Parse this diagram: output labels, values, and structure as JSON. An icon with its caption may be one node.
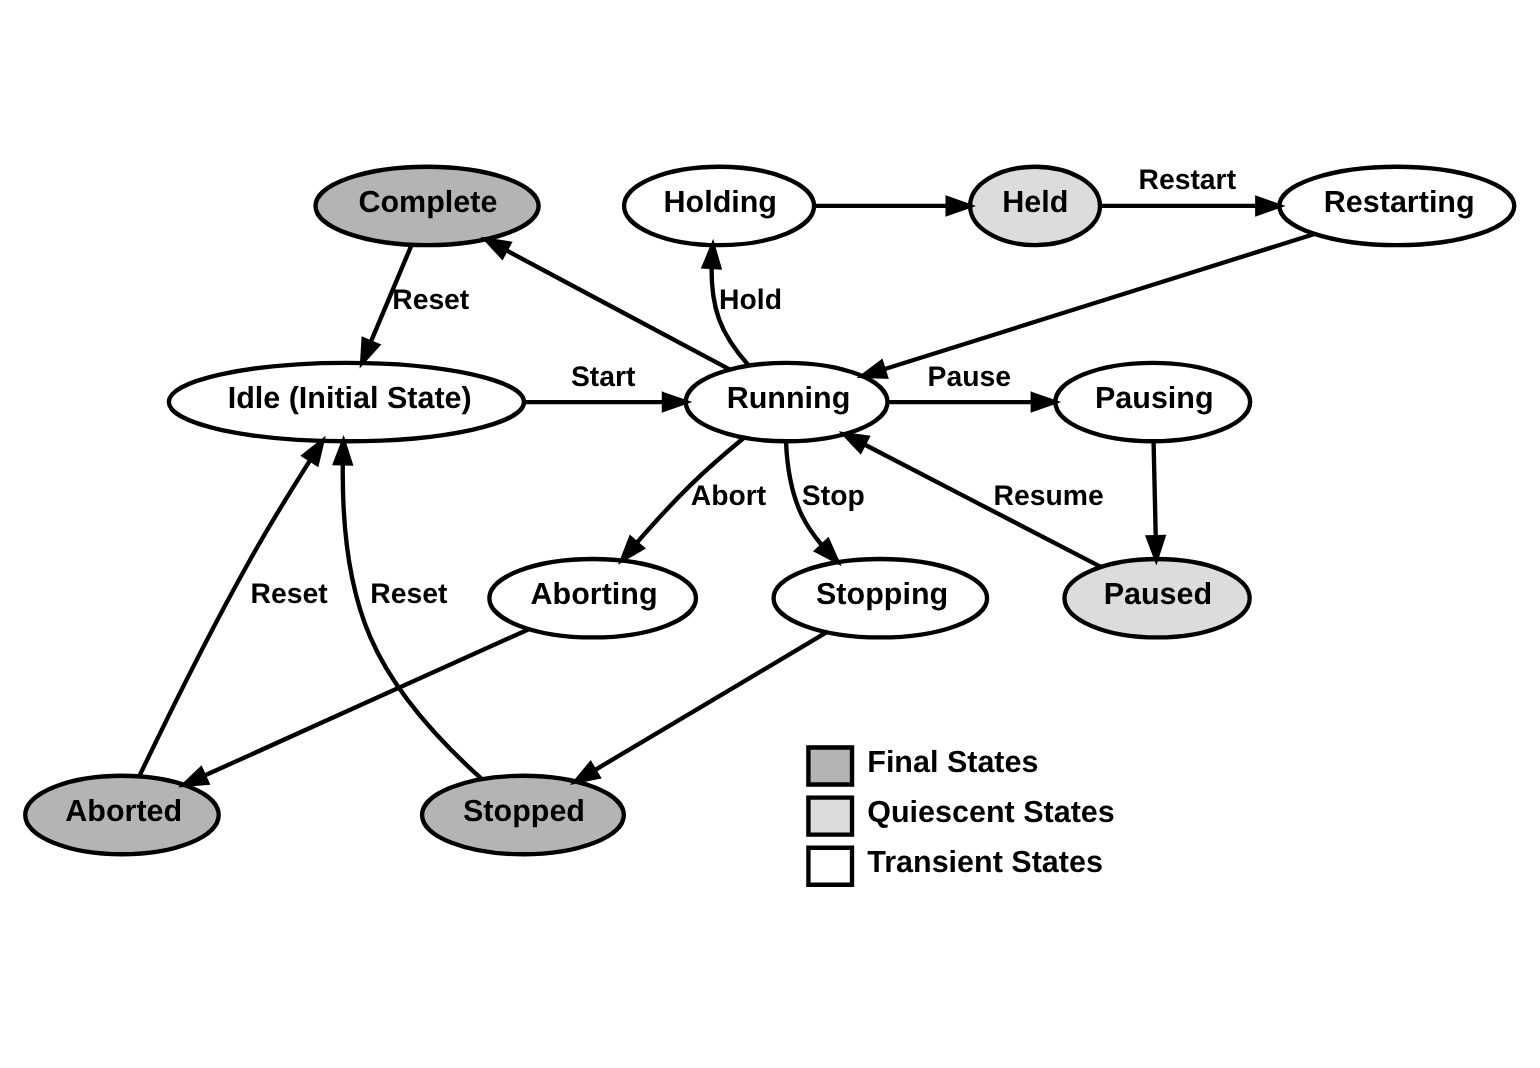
{
  "diagram": {
    "nodes": [
      {
        "text": [
          "Complete"
        ]
      },
      {
        "text": [
          "Restarting"
        ]
      },
      {
        "text": [
          "Held"
        ]
      },
      {
        "text": [
          "Holding"
        ]
      },
      {
        "text": [
          "Idle (Initial State)"
        ]
      },
      {
        "text": [
          "Running"
        ]
      },
      {
        "text": [
          "Pausing"
        ]
      },
      {
        "text": [
          "Aborting"
        ]
      },
      {
        "text": [
          "Stopping"
        ]
      },
      {
        "text": [
          "Paused"
        ]
      },
      {
        "text": [
          "Aborted"
        ]
      },
      {
        "text": [
          "Stopped"
        ]
      }
    ],
    "edges": [
      {
        "from": 5,
        "to": 0,
        "arrow": "to"
      },
      {
        "from": 0,
        "to": 4,
        "label": "Reset",
        "arrow": "to"
      },
      {
        "from": 3,
        "to": 2,
        "arrow": "to"
      },
      {
        "from": 2,
        "to": 1,
        "label": "Restart",
        "arrow": "to"
      },
      {
        "from": 1,
        "to": 5,
        "arrow": "to"
      },
      {
        "from": 5,
        "to": 3,
        "label": "Hold",
        "arrow": "to"
      },
      {
        "from": 4,
        "to": 5,
        "label": "Start",
        "arrow": "to"
      },
      {
        "from": 5,
        "to": 6,
        "label": "Pause",
        "arrow": "to"
      },
      {
        "from": 6,
        "to": 9,
        "arrow": "to"
      },
      {
        "from": 9,
        "to": 5,
        "label": "Resume",
        "arrow": "to"
      },
      {
        "from": 5,
        "to": 7,
        "label": "Abort",
        "arrow": "to"
      },
      {
        "from": 5,
        "to": 8,
        "label": "Stop",
        "arrow": "to"
      },
      {
        "from": 7,
        "to": 10,
        "arrow": "to"
      },
      {
        "from": 8,
        "to": 11,
        "arrow": "to"
      },
      {
        "from": 10,
        "to": 4,
        "label": "Reset",
        "arrow": "to"
      },
      {
        "from": 11,
        "to": 4,
        "label": "Reset",
        "arrow": "to"
      }
    ],
    "legend": [
      {
        "text": "Final States",
        "color": "#b4b4b4"
      },
      {
        "text": "Quiescent States",
        "color": "#dcdcdc"
      },
      {
        "text": "Transient States",
        "color": "#ffffff"
      }
    ]
  }
}
